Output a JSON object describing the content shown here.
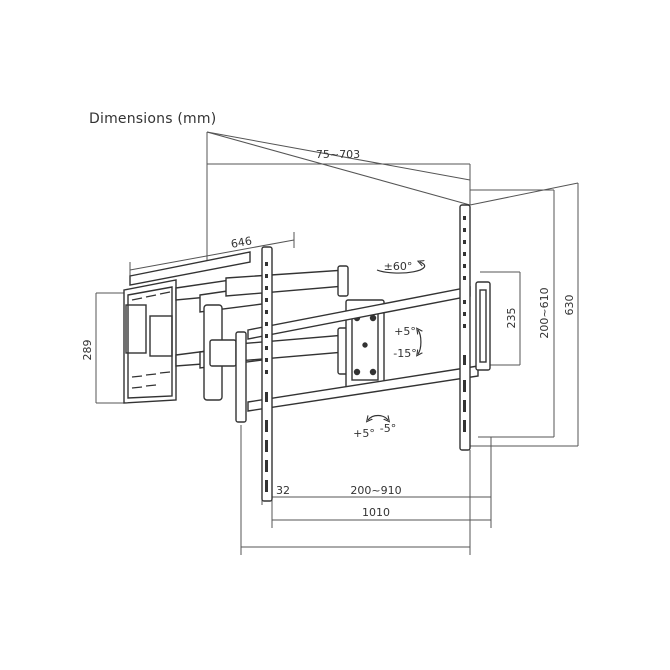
{
  "title": "Dimensions (mm)",
  "dimensions": {
    "arm_extension": "75~703",
    "wall_plate_width": "646",
    "wall_plate_height": "289",
    "swivel": "±60°",
    "tilt_up": "+5°",
    "tilt_down": "-15°",
    "rotation_left": "+5°",
    "rotation_right": "-5°",
    "min_vesa_height": "235",
    "vesa_vertical": "200~610",
    "overall_height": "630",
    "arm_spacing": "32",
    "vesa_horizontal": "200~910",
    "overall_width": "1010"
  },
  "colors": {
    "line": "#333333",
    "hole": "#333333"
  }
}
